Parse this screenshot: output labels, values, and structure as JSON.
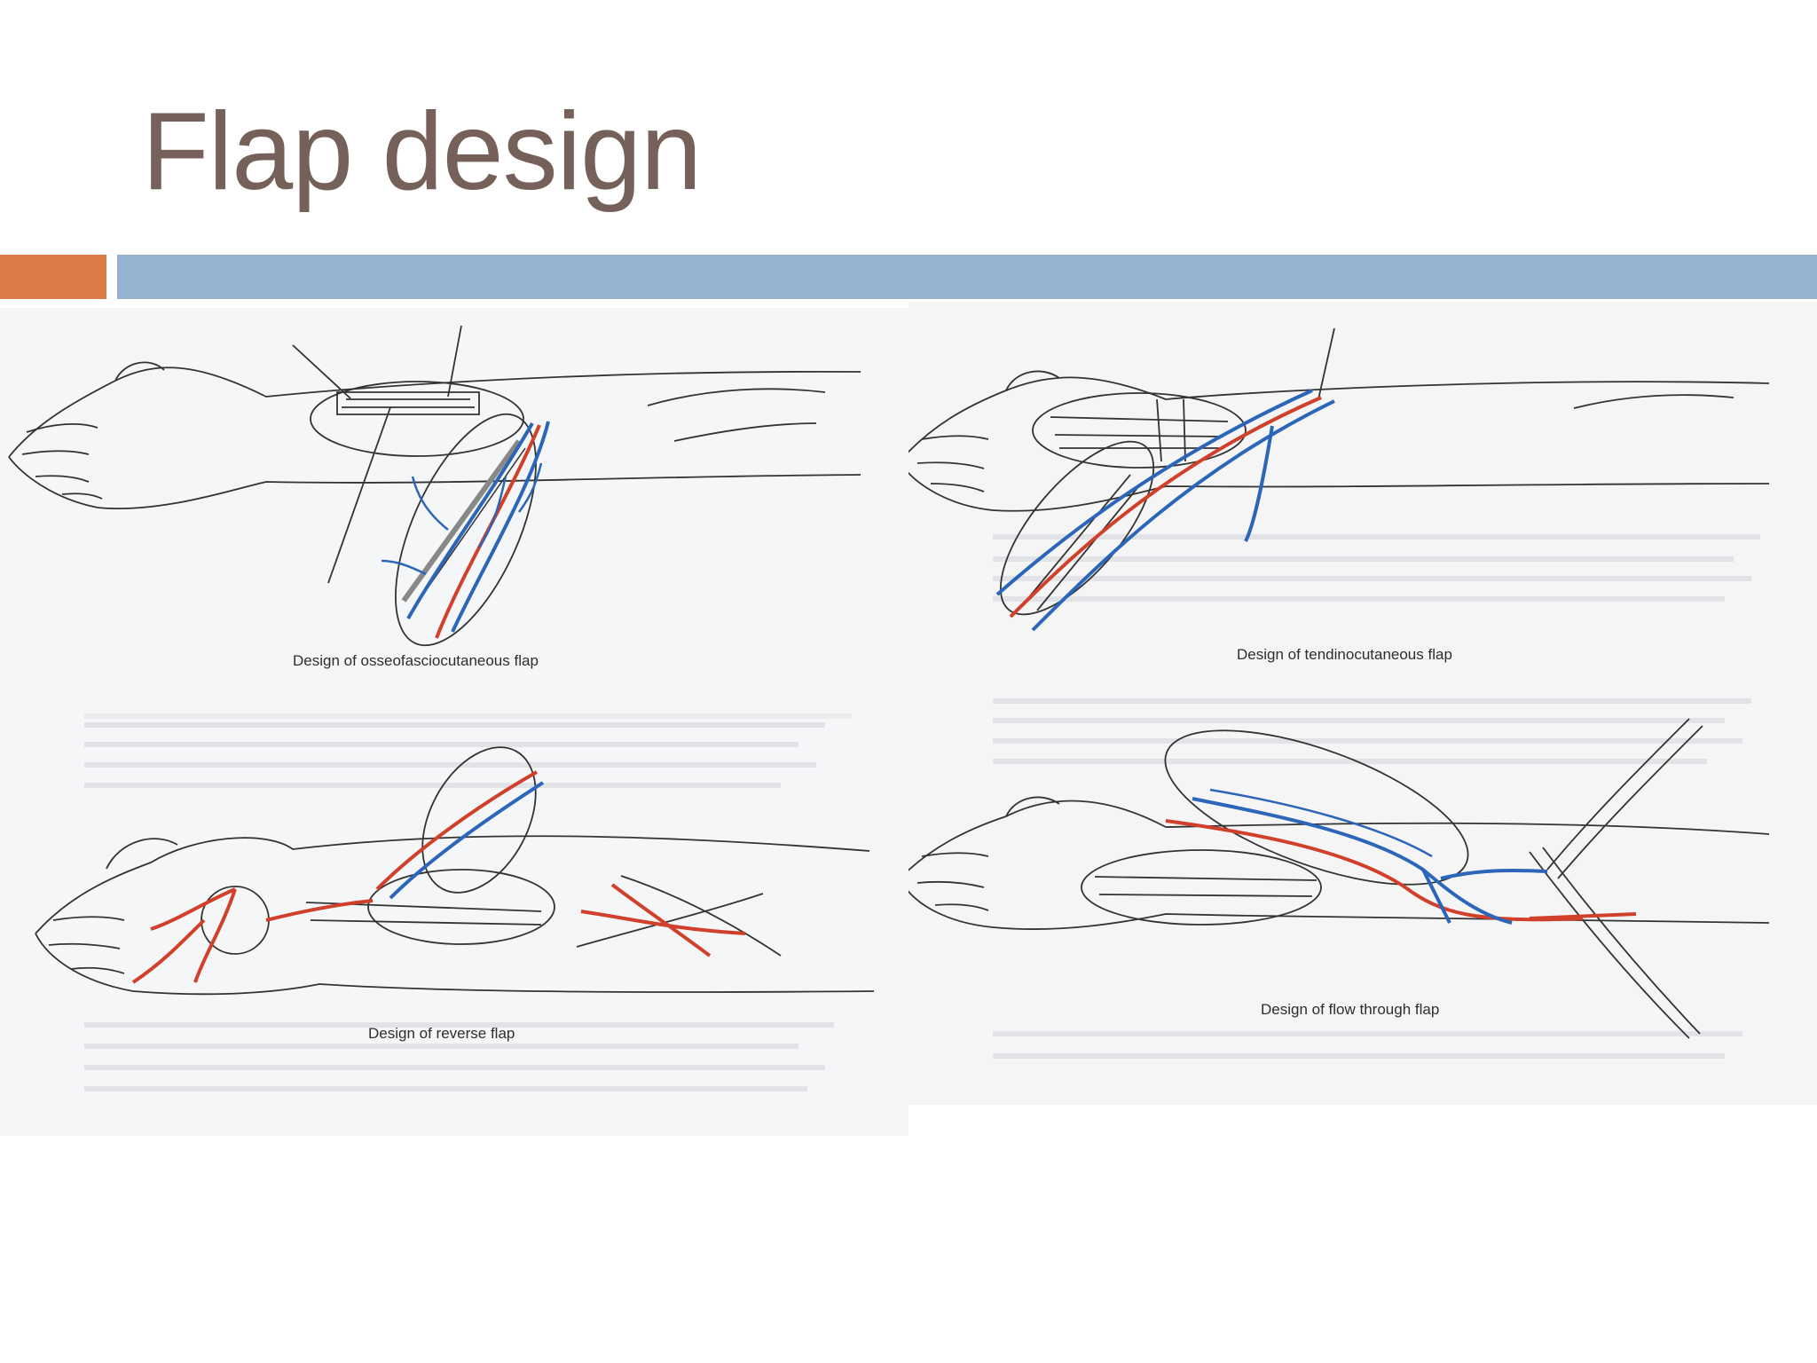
{
  "slide": {
    "title": "Flap design",
    "colors": {
      "title": "#76615a",
      "accent_orange": "#dc7a45",
      "accent_blue": "#93b3d0",
      "artery": "#d0402a",
      "vein": "#2b66b8"
    }
  },
  "panels": [
    {
      "caption": "Design of osseofasciocutaneous flap"
    },
    {
      "caption": "Design of tendinocutaneous flap"
    },
    {
      "caption": "Design of reverse flap"
    },
    {
      "caption": "Design of flow through flap"
    }
  ]
}
